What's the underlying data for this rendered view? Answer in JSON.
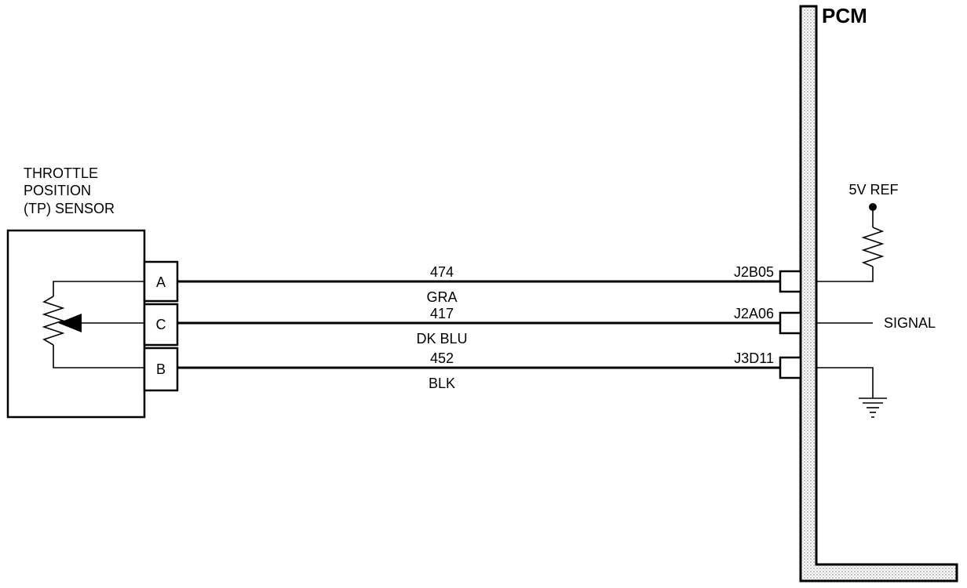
{
  "sensor": {
    "label_lines": [
      "THROTTLE",
      "POSITION",
      "(TP) SENSOR"
    ],
    "pins": [
      "A",
      "C",
      "B"
    ]
  },
  "wires": [
    {
      "circuit": "474",
      "color": "GRA",
      "terminal": "J2B05"
    },
    {
      "circuit": "417",
      "color": "DK BLU",
      "terminal": "J2A06"
    },
    {
      "circuit": "452",
      "color": "BLK",
      "terminal": "J3D11"
    }
  ],
  "pcm": {
    "title": "PCM",
    "ref_label": "5V REF",
    "signal_label": "SIGNAL"
  }
}
